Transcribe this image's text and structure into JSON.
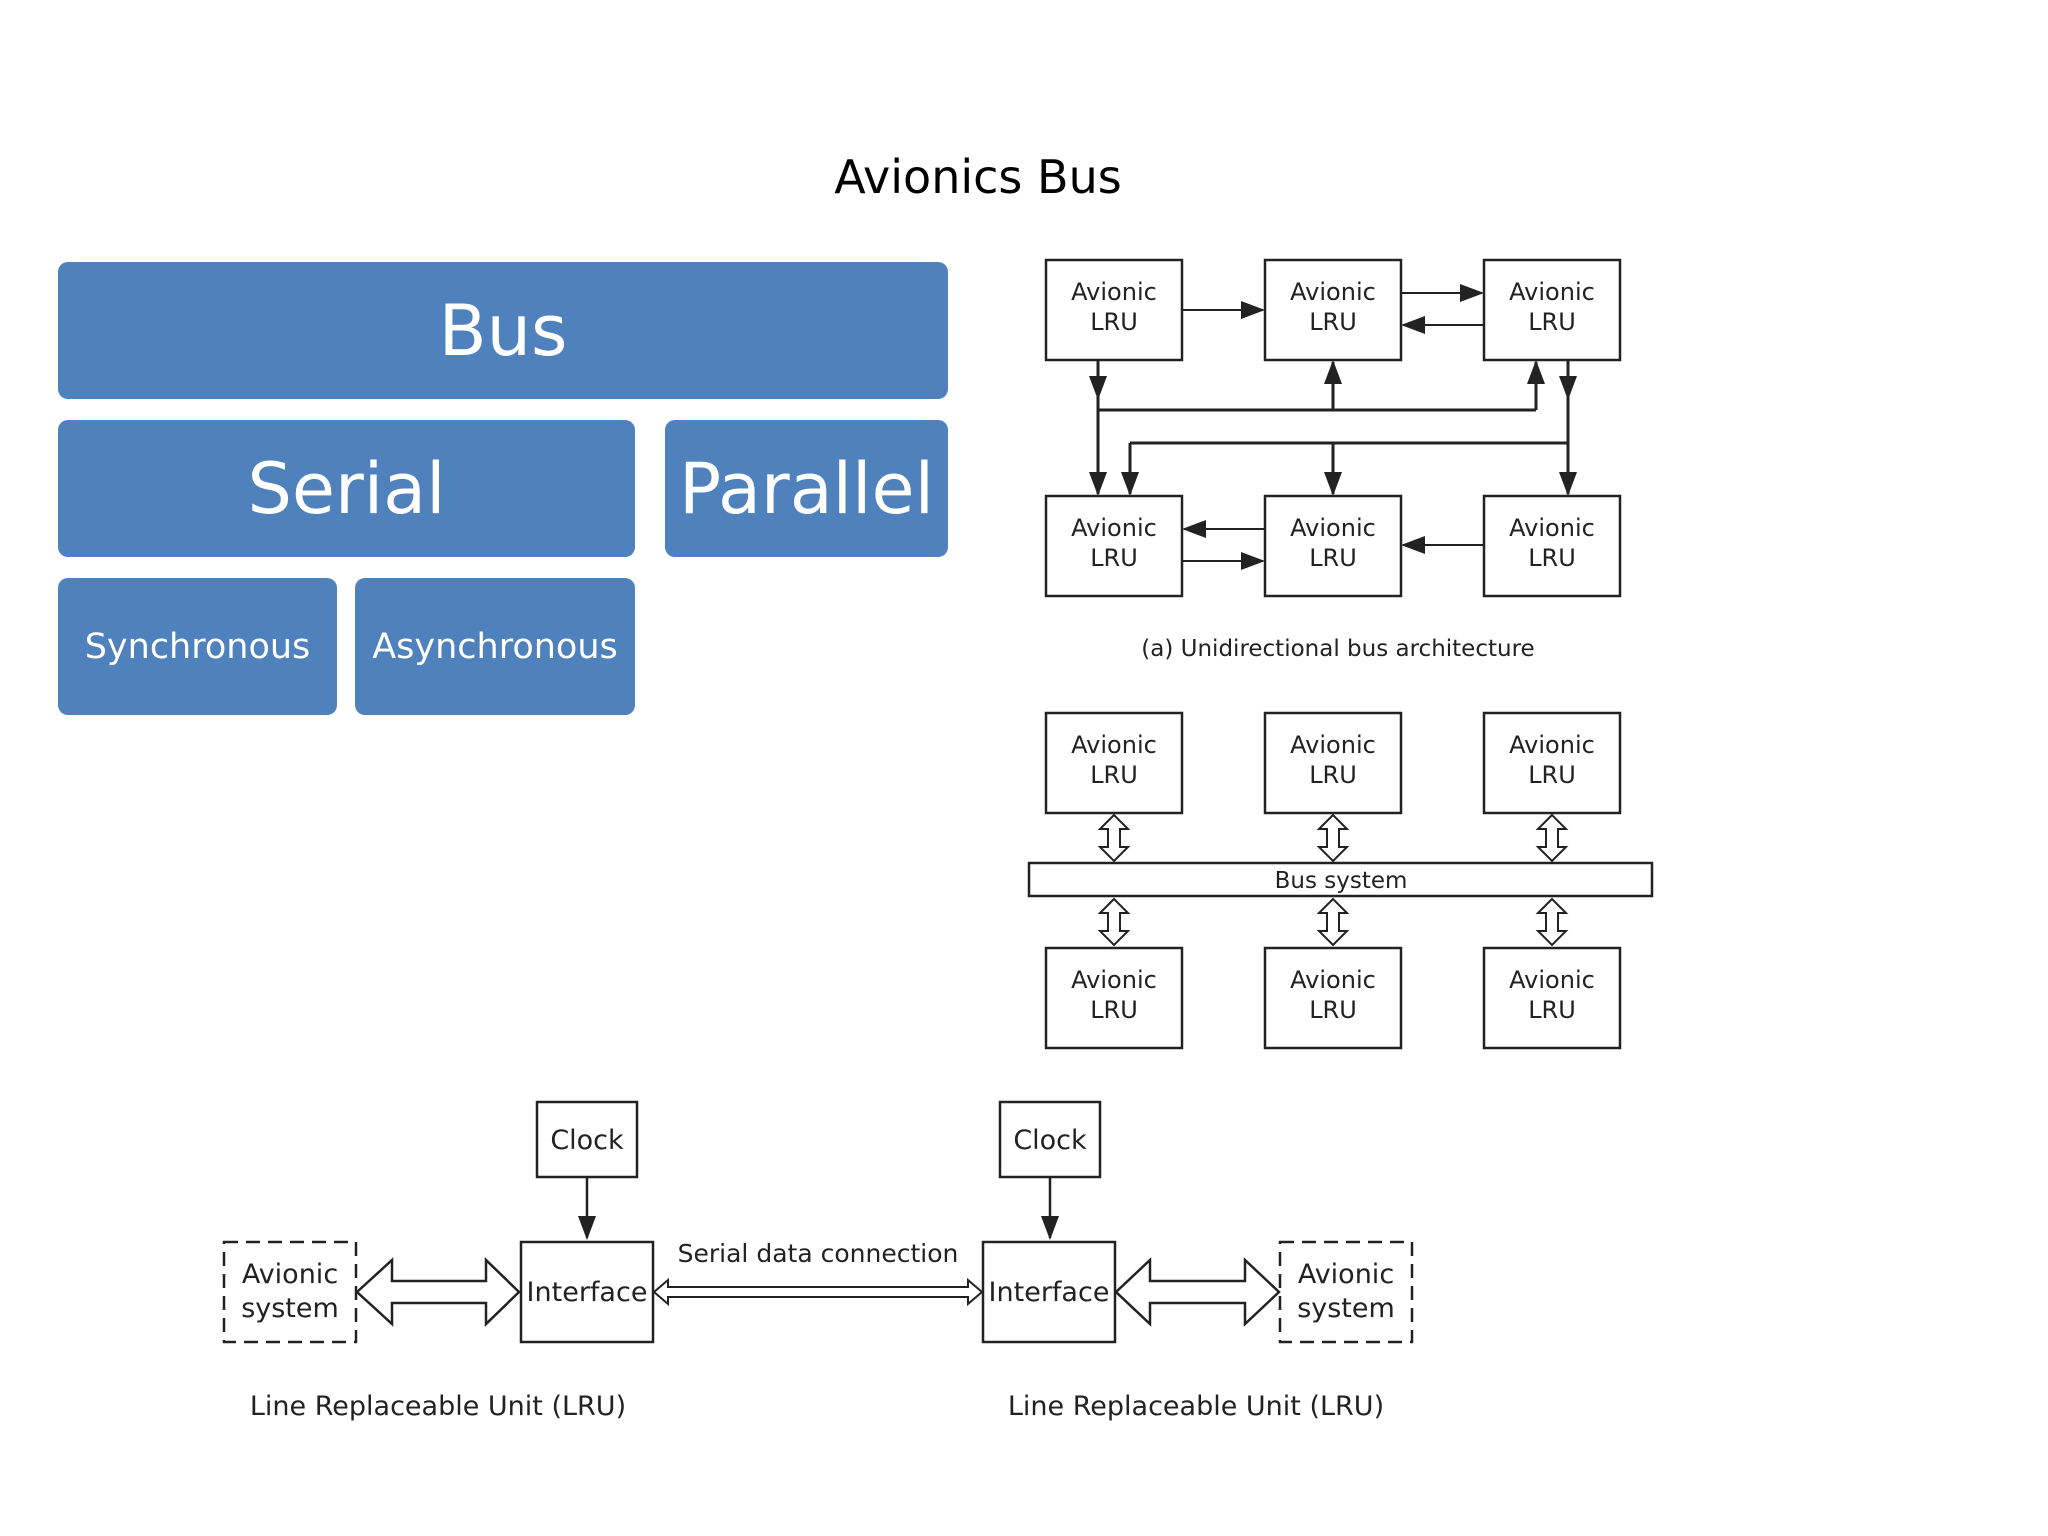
{
  "slide": {
    "title": "Avionics Bus"
  },
  "hierarchy": {
    "bus": "Bus",
    "serial": "Serial",
    "parallel": "Parallel",
    "synchronous": "Synchronous",
    "asynchronous": "Asynchronous"
  },
  "unidirectional": {
    "lru_line1": "Avionic",
    "lru_line2": "LRU",
    "caption": "(a) Unidirectional bus architecture"
  },
  "bus_system": {
    "lru_line1": "Avionic",
    "lru_line2": "LRU",
    "bus_label": "Bus system"
  },
  "serial_link": {
    "clock": "Clock",
    "interface": "Interface",
    "system_line1": "Avionic",
    "system_line2": "system",
    "connection": "Serial data connection",
    "lru_caption": "Line Replaceable Unit (LRU)"
  },
  "colors": {
    "box_fill": "#4f81bd",
    "box_text": "#ffffff",
    "diagram_line": "#222222"
  }
}
